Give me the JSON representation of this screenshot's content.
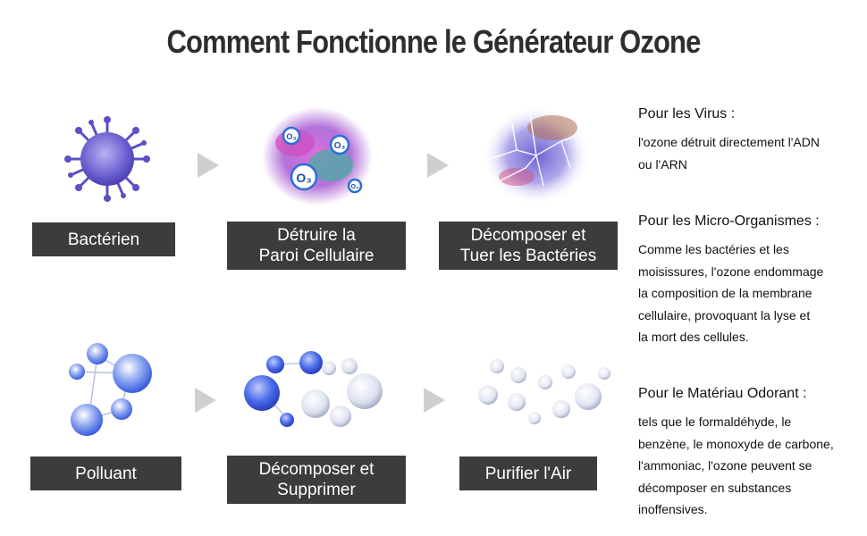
{
  "page": {
    "title": "Comment Fonctionne le Générateur Ozone"
  },
  "steps": {
    "row1": [
      {
        "lines": [
          "Bactérien"
        ]
      },
      {
        "lines": [
          "Détruire la",
          "Paroi Cellulaire"
        ]
      },
      {
        "lines": [
          "Décomposer et",
          "Tuer les Bactéries"
        ]
      }
    ],
    "row2": [
      {
        "lines": [
          "Polluant"
        ]
      },
      {
        "lines": [
          "Décomposer et",
          "Supprimer"
        ]
      },
      {
        "lines": [
          "Purifier l'Air"
        ]
      }
    ]
  },
  "ozone_badge": "O₃",
  "info": [
    {
      "heading": "Pour les Virus :",
      "lines": [
        "l'ozone détruit directement l'ADN",
        "ou l'ARN"
      ]
    },
    {
      "heading": "Pour les Micro-Organismes :",
      "lines": [
        "Comme les bactéries et les",
        "moisissures, l'ozone endommage",
        "la composition de la membrane",
        "cellulaire, provoquant la lyse et",
        "la mort des cellules."
      ]
    },
    {
      "heading": "Pour le Matériau Odorant :",
      "lines": [
        "tels que le formaldéhyde, le",
        "benzène, le monoxyde de carbone,",
        "l'ammoniac, l'ozone peuvent se",
        "décomposer en substances",
        "inoffensives."
      ]
    }
  ],
  "colors": {
    "label_bg": "#3c3c3c",
    "arrow": "#cfcfcf",
    "virus": "#6a5fd0",
    "splash": "#b04fd0",
    "molecule": "#3a5de0"
  },
  "icons": [
    "virus-icon",
    "ozone-splash-icon",
    "cell-burst-icon",
    "pollutant-molecule-icon",
    "breaking-molecule-icon",
    "clean-air-bubbles-icon",
    "arrow-right-icon"
  ]
}
